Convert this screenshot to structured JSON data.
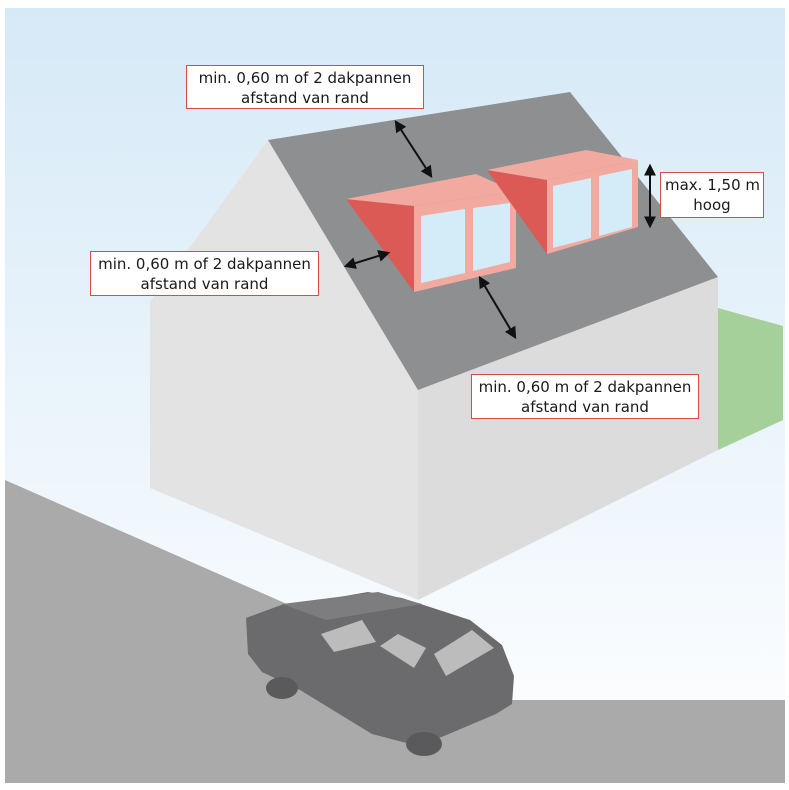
{
  "labels": {
    "top_edge": {
      "line1": "min. 0,60 m of 2 dakpannen",
      "line2": "afstand van rand"
    },
    "side_edge": {
      "line1": "min. 0,60 m of 2 dakpannen",
      "line2": "afstand van rand"
    },
    "bottom_edge": {
      "line1": "min. 0,60 m of 2 dakpannen",
      "line2": "afstand van rand"
    },
    "max_height": {
      "line1": "max. 1,50 m",
      "line2": "hoog"
    }
  },
  "colors": {
    "sky": "#dcecf8",
    "roof": "#8e8f91",
    "wall_light": "#e6e6e7",
    "wall_front": "#dadadb",
    "road": "#aaaaab",
    "lawn": "#a6d09a",
    "dormer_red": "#dc5a55",
    "dormer_pink": "#f2aaa0",
    "window_glass": "#d4ecf8",
    "label_border": "#d64a4a",
    "car": "#6b6b6d"
  }
}
